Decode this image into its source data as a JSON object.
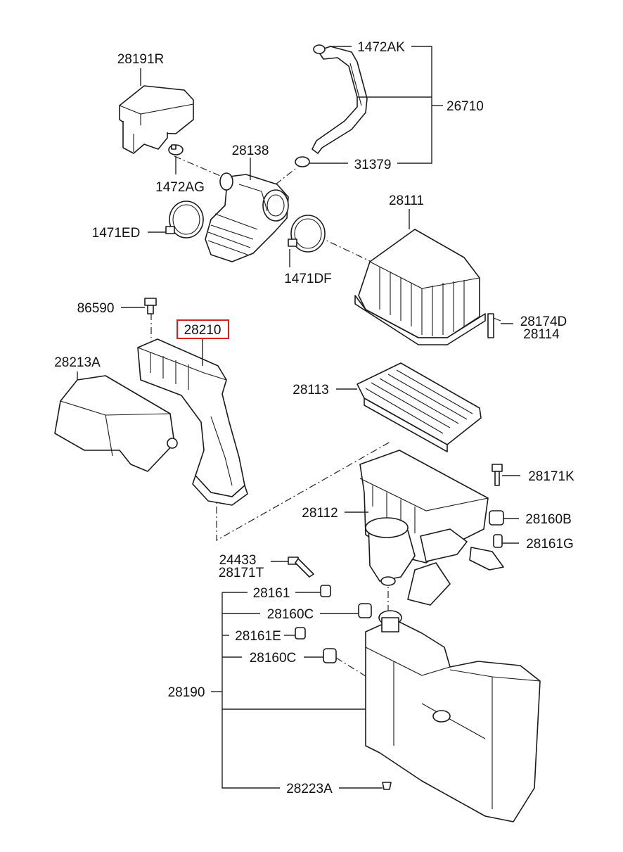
{
  "labels": {
    "p_28191R": "28191R",
    "p_1472AK": "1472AK",
    "p_26710": "26710",
    "p_28138": "28138",
    "p_31379": "31379",
    "p_1472AG": "1472AG",
    "p_1471ED": "1471ED",
    "p_28111": "28111",
    "p_1471DF": "1471DF",
    "p_86590": "86590",
    "p_28210": "28210",
    "p_28174D": "28174D",
    "p_28114": "28114",
    "p_28213A": "28213A",
    "p_28113": "28113",
    "p_28171K": "28171K",
    "p_28112": "28112",
    "p_28160B": "28160B",
    "p_28161G": "28161G",
    "p_24433": "24433",
    "p_28171T": "28171T",
    "p_28161": "28161",
    "p_28160C_a": "28160C",
    "p_28161E": "28161E",
    "p_28160C_b": "28160C",
    "p_28190": "28190",
    "p_28223A": "28223A"
  },
  "highlight_color": "#d92020"
}
